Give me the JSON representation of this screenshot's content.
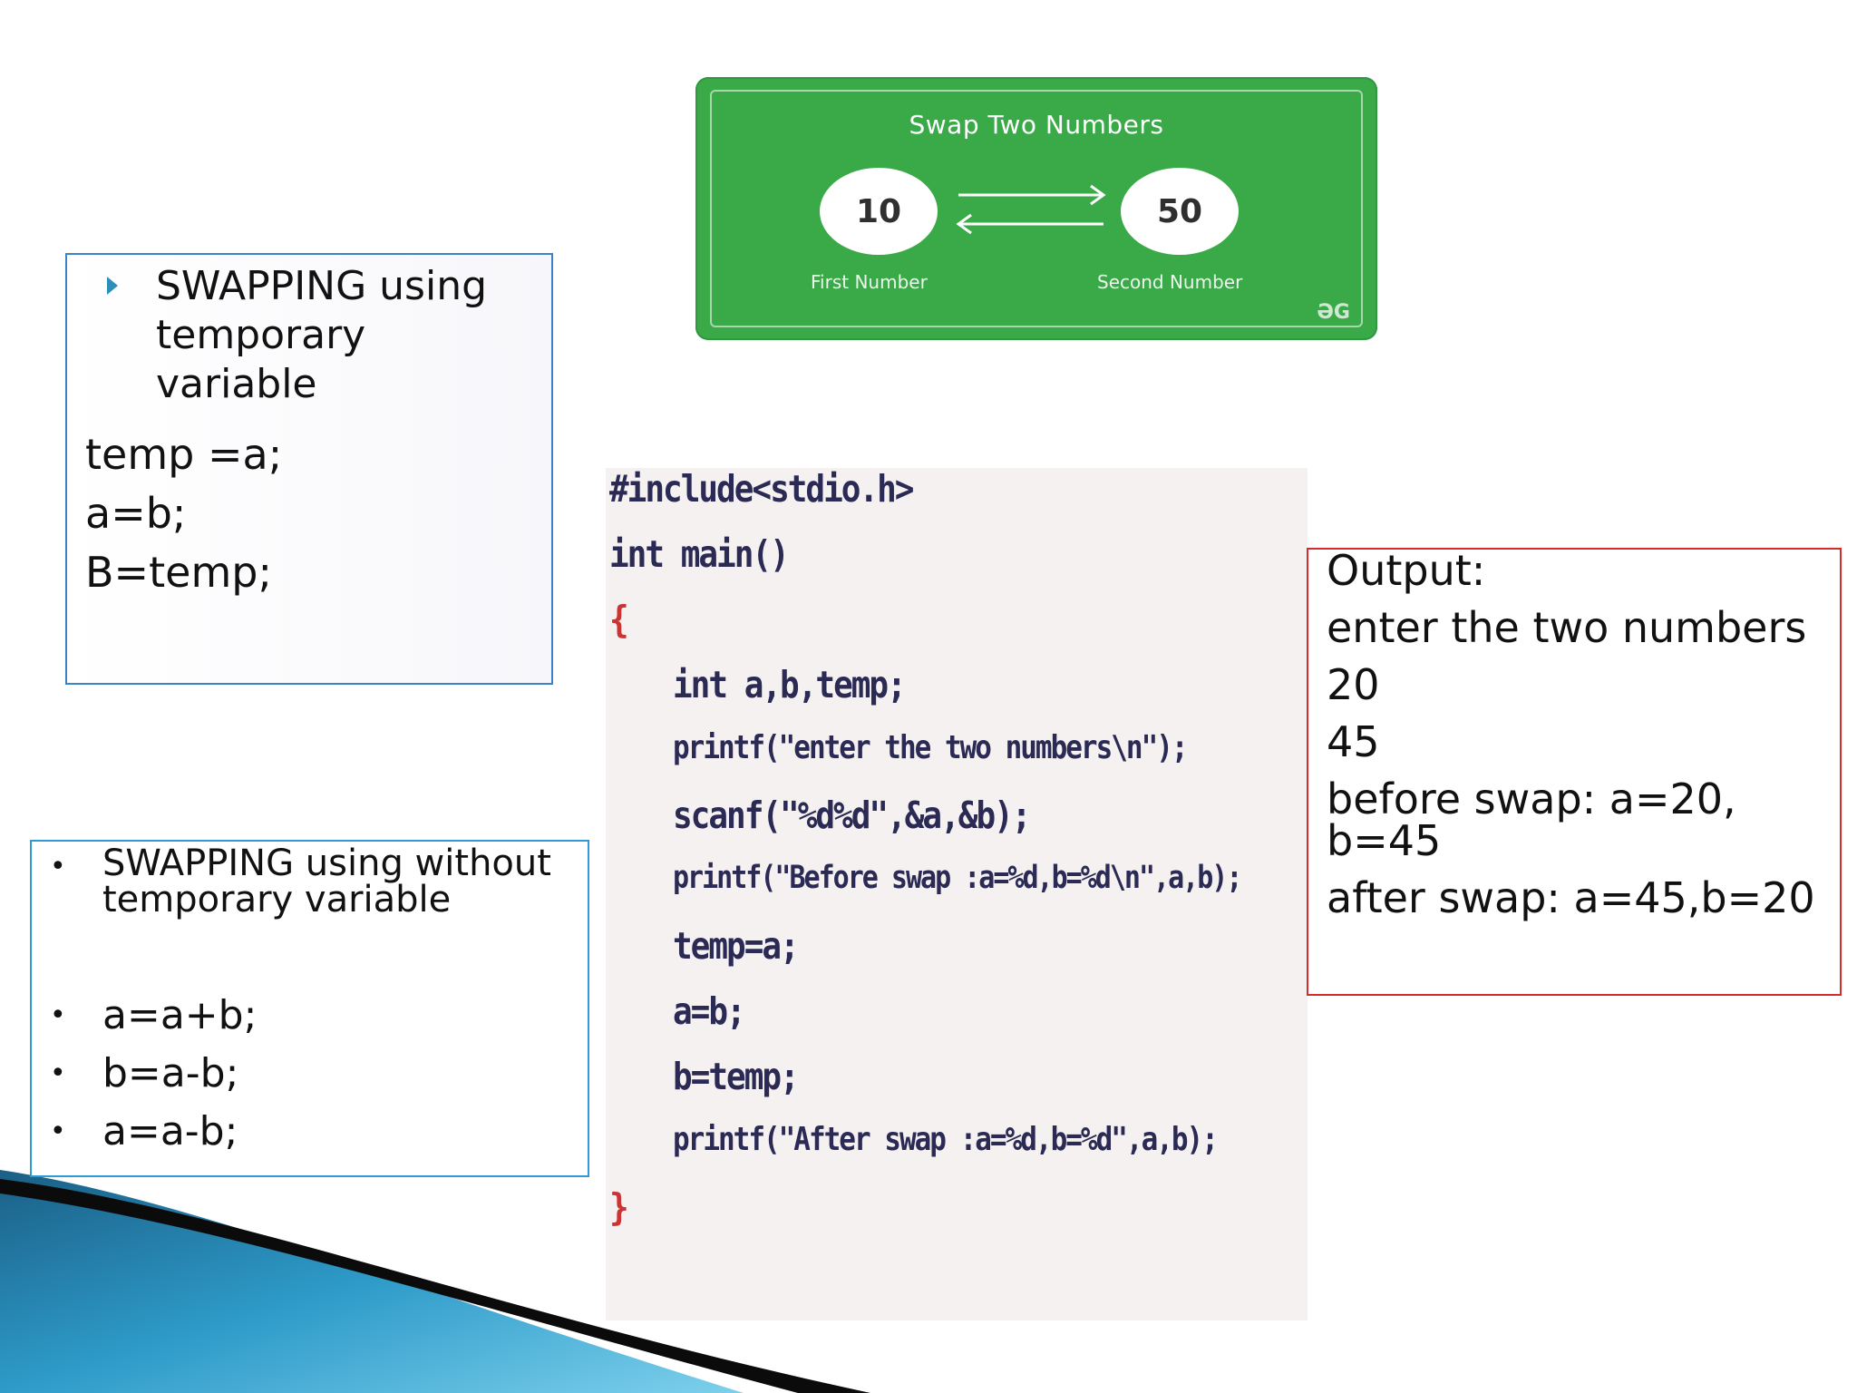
{
  "swap_graphic": {
    "title": "Swap Two Numbers",
    "first_value": "10",
    "second_value": "50",
    "first_caption": "First Number",
    "second_caption": "Second Number",
    "logo": "ƏG"
  },
  "box_temp": {
    "heading": "SWAPPING using temporary variable",
    "lines": [
      "temp =a;",
      "a=b;",
      "B=temp;"
    ]
  },
  "box_notemp": {
    "heading": "SWAPPING using without temporary variable",
    "items": [
      "a=a+b;",
      "b=a-b;",
      "a=a-b;"
    ]
  },
  "code": {
    "lines": [
      "#include<stdio.h>",
      "int main()",
      "{",
      "int a,b,temp;",
      "printf(\"enter the two numbers\\n\");",
      "scanf(\"%d%d\",&a,&b);",
      "printf(\"Before swap :a=%d,b=%d\\n\",a,b);",
      "temp=a;",
      "a=b;",
      "b=temp;",
      "printf(\"After swap :a=%d,b=%d\",a,b);",
      "}"
    ]
  },
  "output": {
    "label": "Output:",
    "lines": [
      "enter the two numbers",
      "20",
      "45",
      "before swap: a=20, b=45",
      "after swap: a=45,b=20"
    ]
  },
  "colors": {
    "swap_green": "#3aa948",
    "box_blue": "#3b82c8",
    "output_red": "#d62b2b",
    "swoosh_blue": "#1f6f9c"
  }
}
